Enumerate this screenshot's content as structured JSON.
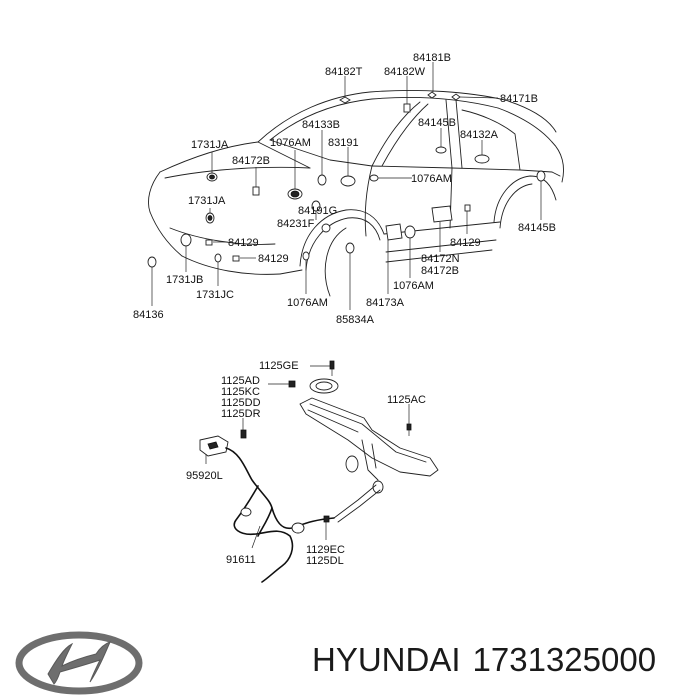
{
  "car_labels": [
    "84181B",
    "84182T",
    "84182W",
    "84171B",
    "84133B",
    "84145B",
    "84132A",
    "1731JA",
    "1076AM",
    "83191",
    "84172B",
    "1076AM",
    "1731JA",
    "84191G",
    "84231F",
    "84129",
    "84129",
    "84129",
    "84145B",
    "84172N",
    "84172B",
    "1076AM",
    "1731JB",
    "1731JC",
    "84136",
    "1076AM",
    "84173A",
    "85834A"
  ],
  "harness_labels": [
    "1125GE",
    "1125AD",
    "1125KC",
    "1125DD",
    "1125DR",
    "1125AC",
    "95920L",
    "91611",
    "1129EC",
    "1125DL"
  ],
  "caption": {
    "brand": "HYUNDAI",
    "part_number": "1731325000"
  },
  "logo": {
    "name": "hyundai-logo",
    "text": "H"
  }
}
